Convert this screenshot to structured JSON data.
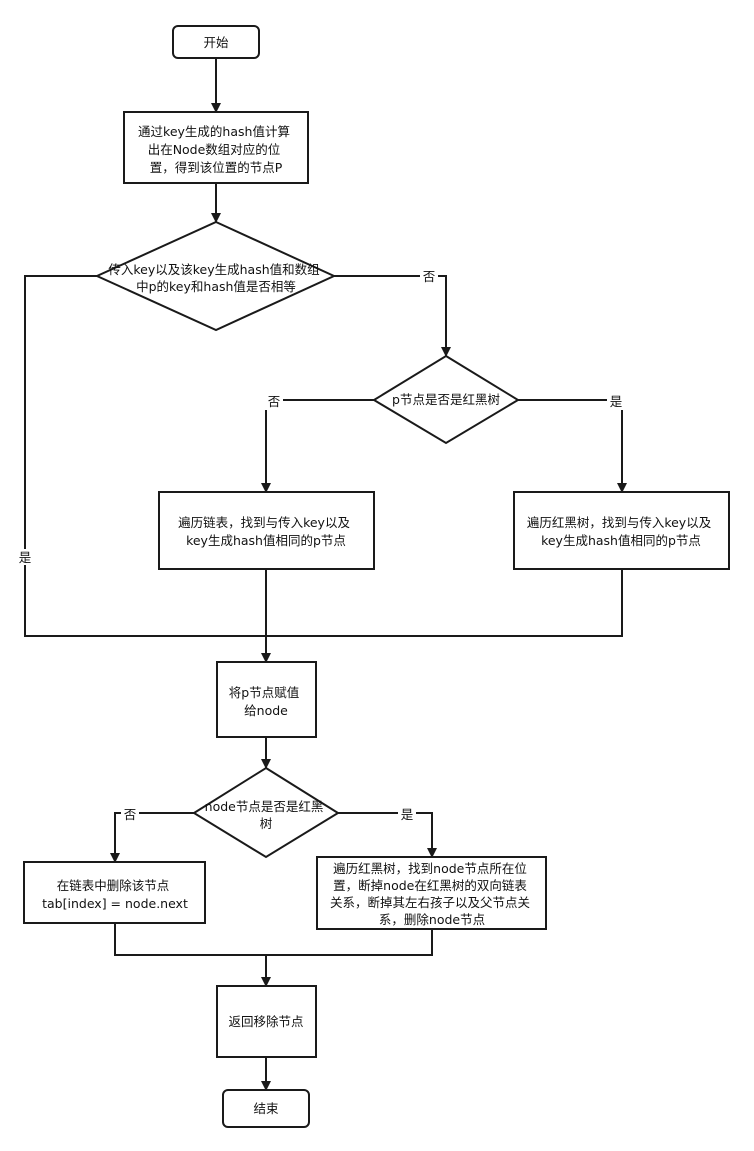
{
  "nodes": {
    "start": "开始",
    "compute_hash": [
      "通过key生成的hash值计算",
      "出在Node数组对应的位",
      "置，得到该位置的节点P"
    ],
    "check_equal": [
      "传入key以及该key生成hash值和数组",
      "中p的key和hash值是否相等"
    ],
    "check_rbtree": "p节点是否是红黑树",
    "traverse_list": [
      "遍历链表，找到与传入key以及",
      "key生成hash值相同的p节点"
    ],
    "traverse_tree": [
      "遍历红黑树，找到与传入key以及",
      "key生成hash值相同的p节点"
    ],
    "assign": [
      "将p节点赋值",
      "给node"
    ],
    "check_node_tree": [
      "node节点是否是红黑",
      "树"
    ],
    "delete_list": [
      "在链表中删除该节点",
      "tab[index] = node.next"
    ],
    "delete_tree": [
      "遍历红黑树，找到node节点所在位",
      "置，断掉node在红黑树的双向链表",
      "关系，断掉其左右孩子以及父节点关",
      "系，删除node节点"
    ],
    "return_removed": "返回移除节点",
    "end": "结束"
  },
  "edge_labels": {
    "equal_no": "否",
    "equal_yes": "是",
    "rbtree_no": "否",
    "rbtree_yes": "是",
    "node_tree_no": "否",
    "node_tree_yes": "是"
  },
  "colors": {
    "stroke": "#1a1a1a",
    "fill": "#ffffff",
    "text": "#111111"
  }
}
